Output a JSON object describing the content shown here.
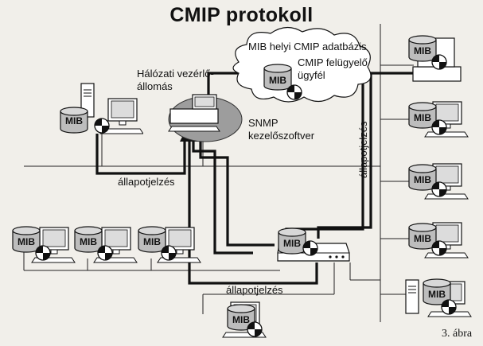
{
  "title": "CMIP protokoll",
  "legend": {
    "mib_line": "MIB helyi CMIP adatbázis",
    "agent_line1": "CMIP felügyelő",
    "agent_line2": "ügyfél"
  },
  "station": {
    "line1": "Hálózati vezérlő-",
    "line2": "állomás"
  },
  "snmp": {
    "line1": "SNMP",
    "line2": "kezelőszoftver"
  },
  "status": {
    "top": "állapotjelzés",
    "bottom": "állapotjelzés",
    "vertical": "állapotjelzés"
  },
  "mib_label": "MIB",
  "figure": "3. ábra"
}
